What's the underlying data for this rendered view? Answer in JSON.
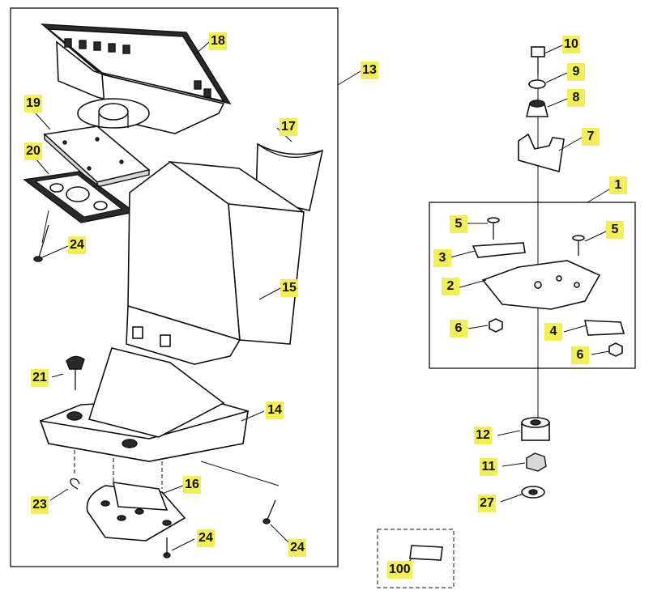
{
  "callouts": {
    "c1": "1",
    "c2": "2",
    "c3": "3",
    "c4": "4",
    "c5a": "5",
    "c5b": "5",
    "c6a": "6",
    "c6b": "6",
    "c7": "7",
    "c8": "8",
    "c9": "9",
    "c10": "10",
    "c11": "11",
    "c12": "12",
    "c13": "13",
    "c14": "14",
    "c15": "15",
    "c16": "16",
    "c17": "17",
    "c18": "18",
    "c19": "19",
    "c20": "20",
    "c21": "21",
    "c23": "23",
    "c24a": "24",
    "c24b": "24",
    "c24c": "24",
    "c27": "27",
    "c100": "100"
  },
  "colors": {
    "label_bg": "#f2ed5a",
    "line": "#111111"
  }
}
